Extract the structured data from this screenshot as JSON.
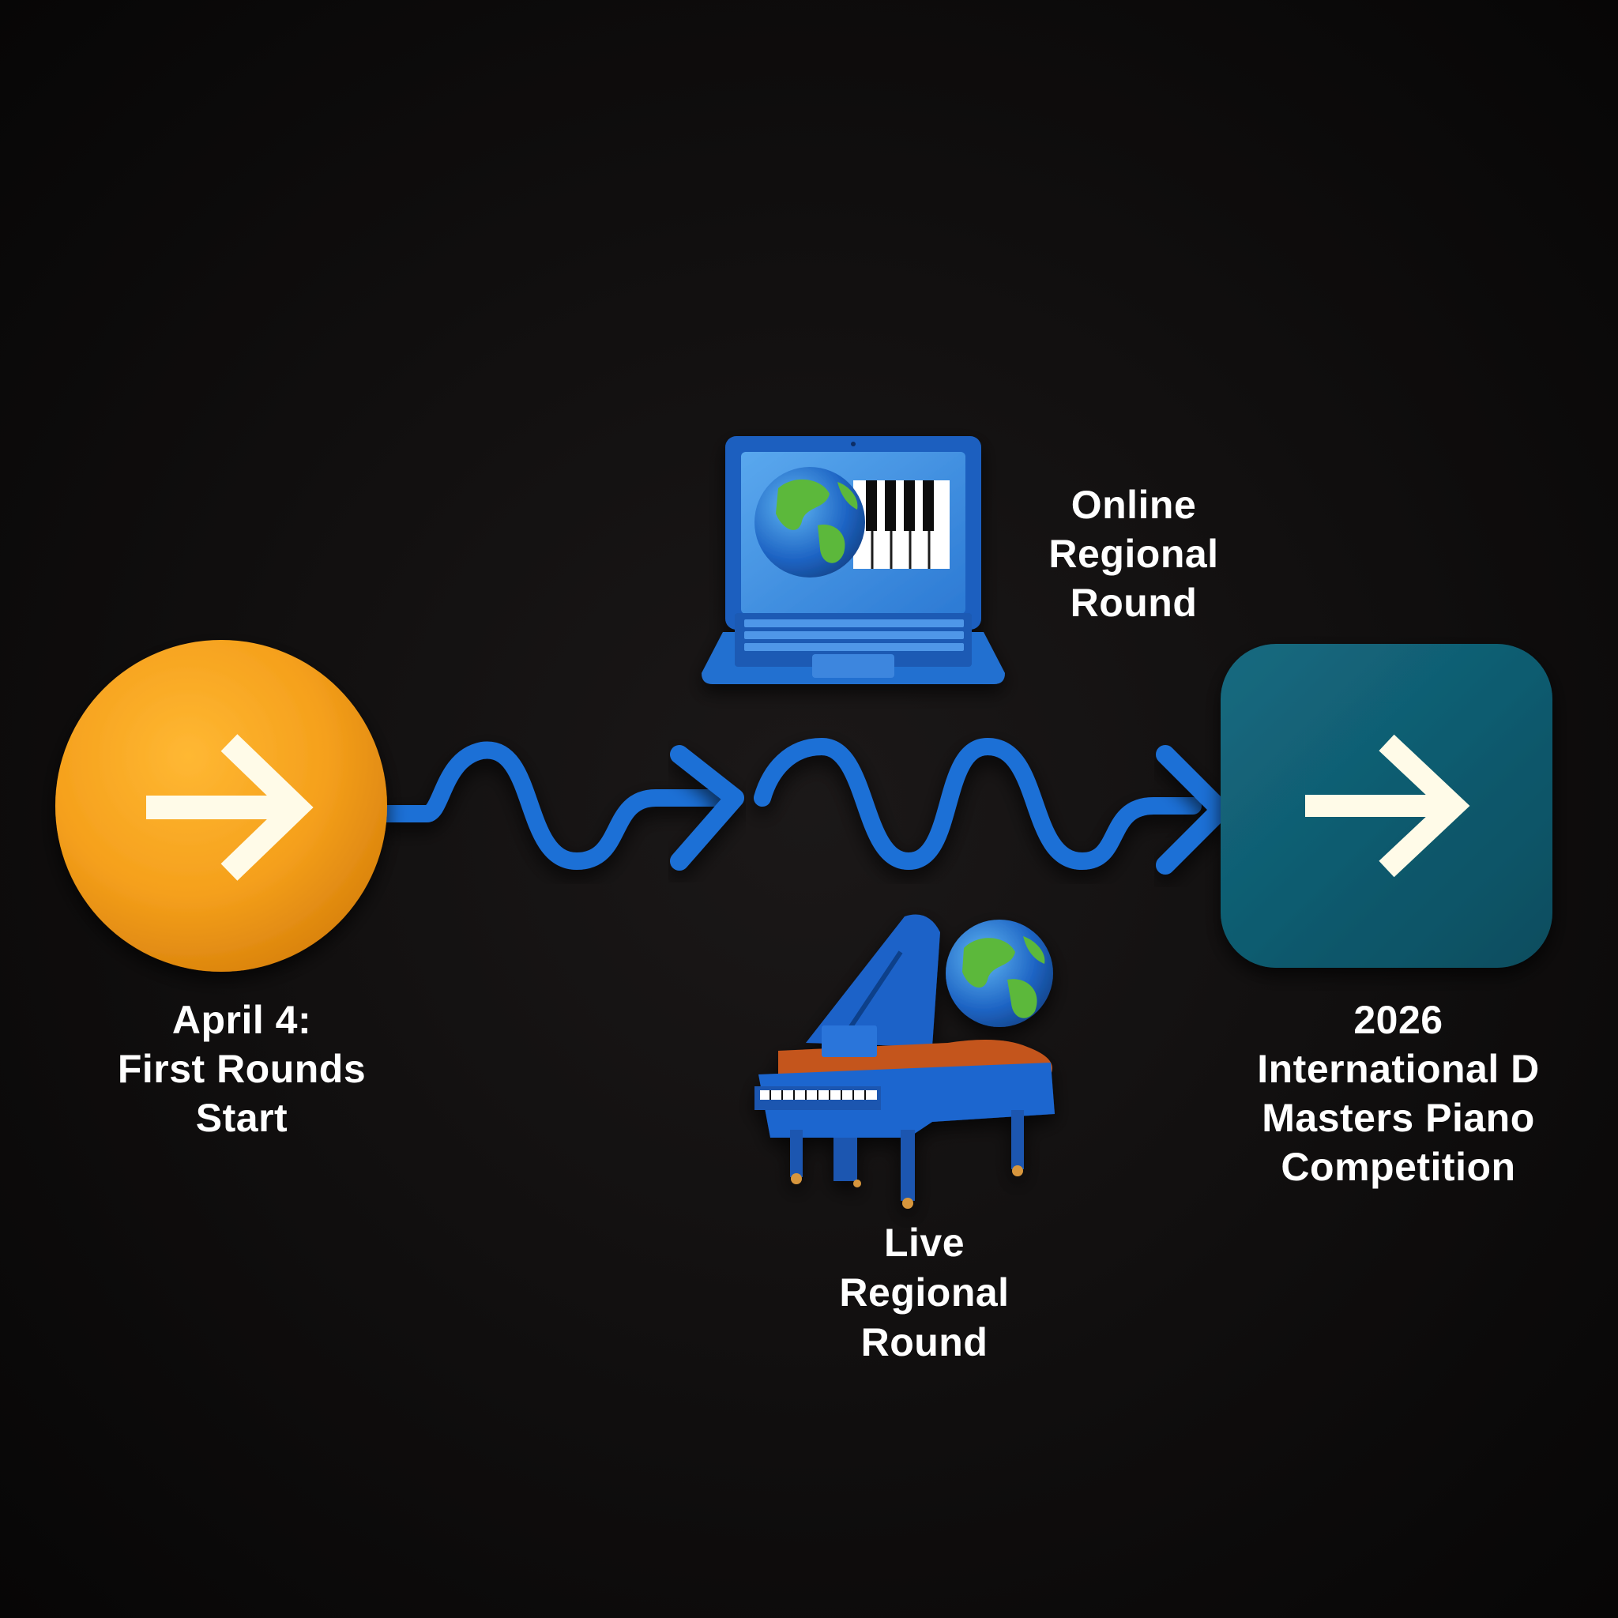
{
  "colors": {
    "background": "#0d0b0b",
    "start_node": "#f5a01c",
    "path": "#1f6fd6",
    "end_node": "#0f5c70",
    "arrow_glyph": "#fffbe8",
    "label_text": "#ffffff"
  },
  "nodes": {
    "start": {
      "shape": "circle",
      "icon": "right-arrow-icon",
      "label": "April 4:\nFirst Rounds\nStart"
    },
    "online": {
      "icon": "laptop-globe-piano-keys-icon",
      "label": "Online\nRegional\nRound"
    },
    "live": {
      "icon": "grand-piano-globe-icon",
      "label": "Live\nRegional\nRound"
    },
    "end": {
      "shape": "rounded-square",
      "icon": "right-arrow-icon",
      "label": "2026\nInternational D\nMasters Piano\nCompetition"
    }
  }
}
